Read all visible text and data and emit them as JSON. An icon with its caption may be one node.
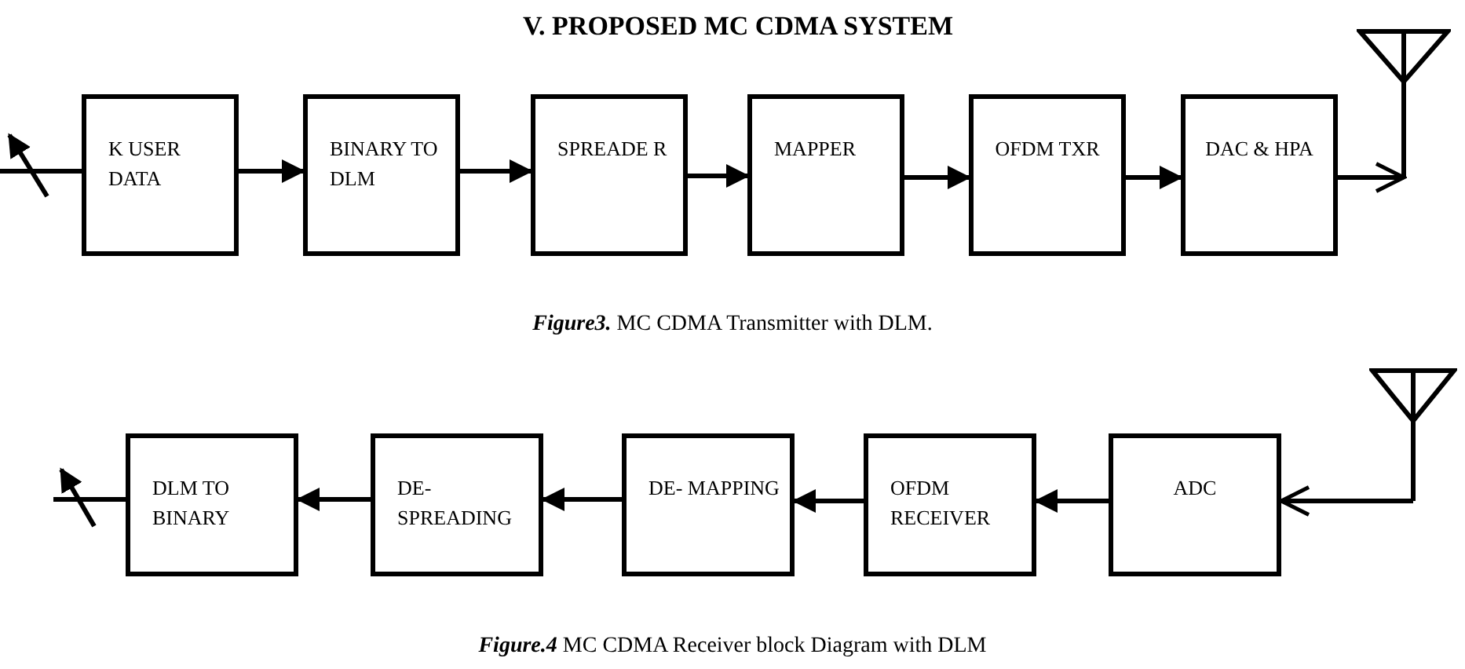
{
  "diagram": {
    "title": "V. PROPOSED MC CDMA SYSTEM",
    "nodes": [
      {
        "text": [
          "K USER DATA"
        ]
      },
      {
        "text": [
          "BINARY TO DLM"
        ]
      },
      {
        "text": [
          "SPREADE R"
        ]
      },
      {
        "text": [
          "MAPPER"
        ]
      },
      {
        "text": [
          "OFDM TXR"
        ]
      },
      {
        "text": [
          "DAC & HPA"
        ]
      },
      {
        "text": [],
        "shape": "antenna"
      },
      {
        "text": [
          "DLM TO BINARY"
        ]
      },
      {
        "text": [
          "DE- SPREADING"
        ]
      },
      {
        "text": [
          "DE- MAPPING"
        ]
      },
      {
        "text": [
          "OFDM RECEIVER"
        ]
      },
      {
        "text": [
          "ADC"
        ]
      },
      {
        "text": [],
        "shape": "antenna"
      }
    ],
    "edges": [
      {
        "from": null,
        "to": 0,
        "arrow": "none"
      },
      {
        "from": 0,
        "to": 1,
        "arrow": "to"
      },
      {
        "from": 1,
        "to": 2,
        "arrow": "to"
      },
      {
        "from": 2,
        "to": 3,
        "arrow": "to"
      },
      {
        "from": 3,
        "to": 4,
        "arrow": "to"
      },
      {
        "from": 4,
        "to": 5,
        "arrow": "to"
      },
      {
        "from": 5,
        "to": 6,
        "arrow": "to"
      },
      {
        "from": 12,
        "to": 11,
        "arrow": "to"
      },
      {
        "from": 11,
        "to": 10,
        "arrow": "to"
      },
      {
        "from": 10,
        "to": 9,
        "arrow": "to"
      },
      {
        "from": 9,
        "to": 8,
        "arrow": "to"
      },
      {
        "from": 8,
        "to": 7,
        "arrow": "to"
      },
      {
        "from": 7,
        "to": null,
        "arrow": "none"
      }
    ],
    "labels": [
      "**Figure3.** MC CDMA Transmitter with DLM.",
      "**Figure.4** MC CDMA Receiver block Diagram with DLM"
    ]
  }
}
